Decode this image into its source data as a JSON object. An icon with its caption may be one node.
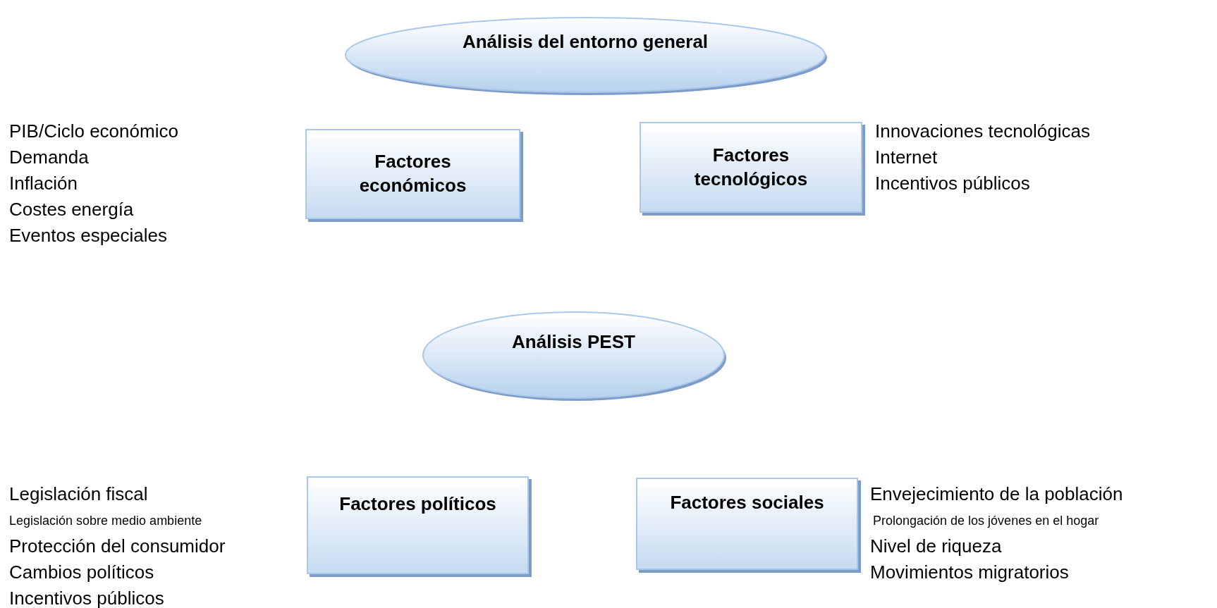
{
  "diagram": {
    "nodes": [
      {
        "text": [
          "Análisis del entorno general"
        ]
      },
      {
        "text": [
          "Factores económicos"
        ],
        "beside": [
          "PIB/Ciclo económico",
          "Demanda",
          "Inflación",
          "Costes energía",
          "Eventos especiales"
        ]
      },
      {
        "text": [
          "Factores tecnológicos"
        ],
        "beside": [
          "Innovaciones tecnológicas",
          "Internet",
          "Incentivos públicos"
        ]
      },
      {
        "text": [
          "Análisis PEST"
        ]
      },
      {
        "text": [
          "Factores políticos"
        ],
        "beside": [
          "Legislación fiscal",
          "Legislación sobre medio ambiente",
          "Protección del consumidor",
          "Cambios políticos",
          "Incentivos públicos"
        ]
      },
      {
        "text": [
          "Factores sociales"
        ],
        "beside": [
          "Envejecimiento de la población",
          "Prolongación de los jóvenes en el hogar",
          "Nivel de riqueza",
          "Movimientos migratorios"
        ]
      }
    ]
  }
}
